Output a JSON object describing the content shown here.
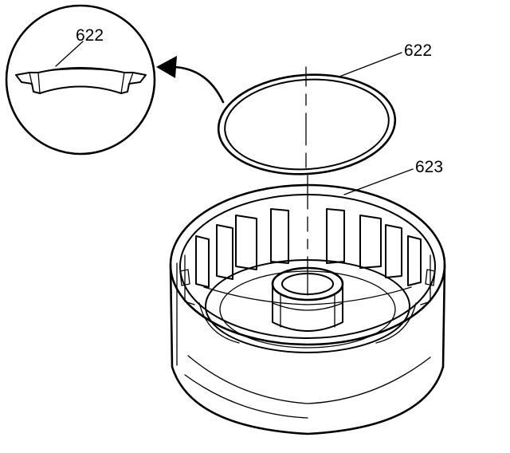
{
  "callouts": {
    "ring_detail": "622",
    "ring": "622",
    "housing": "623"
  },
  "colors": {
    "line": "#000000",
    "background": "#ffffff"
  }
}
